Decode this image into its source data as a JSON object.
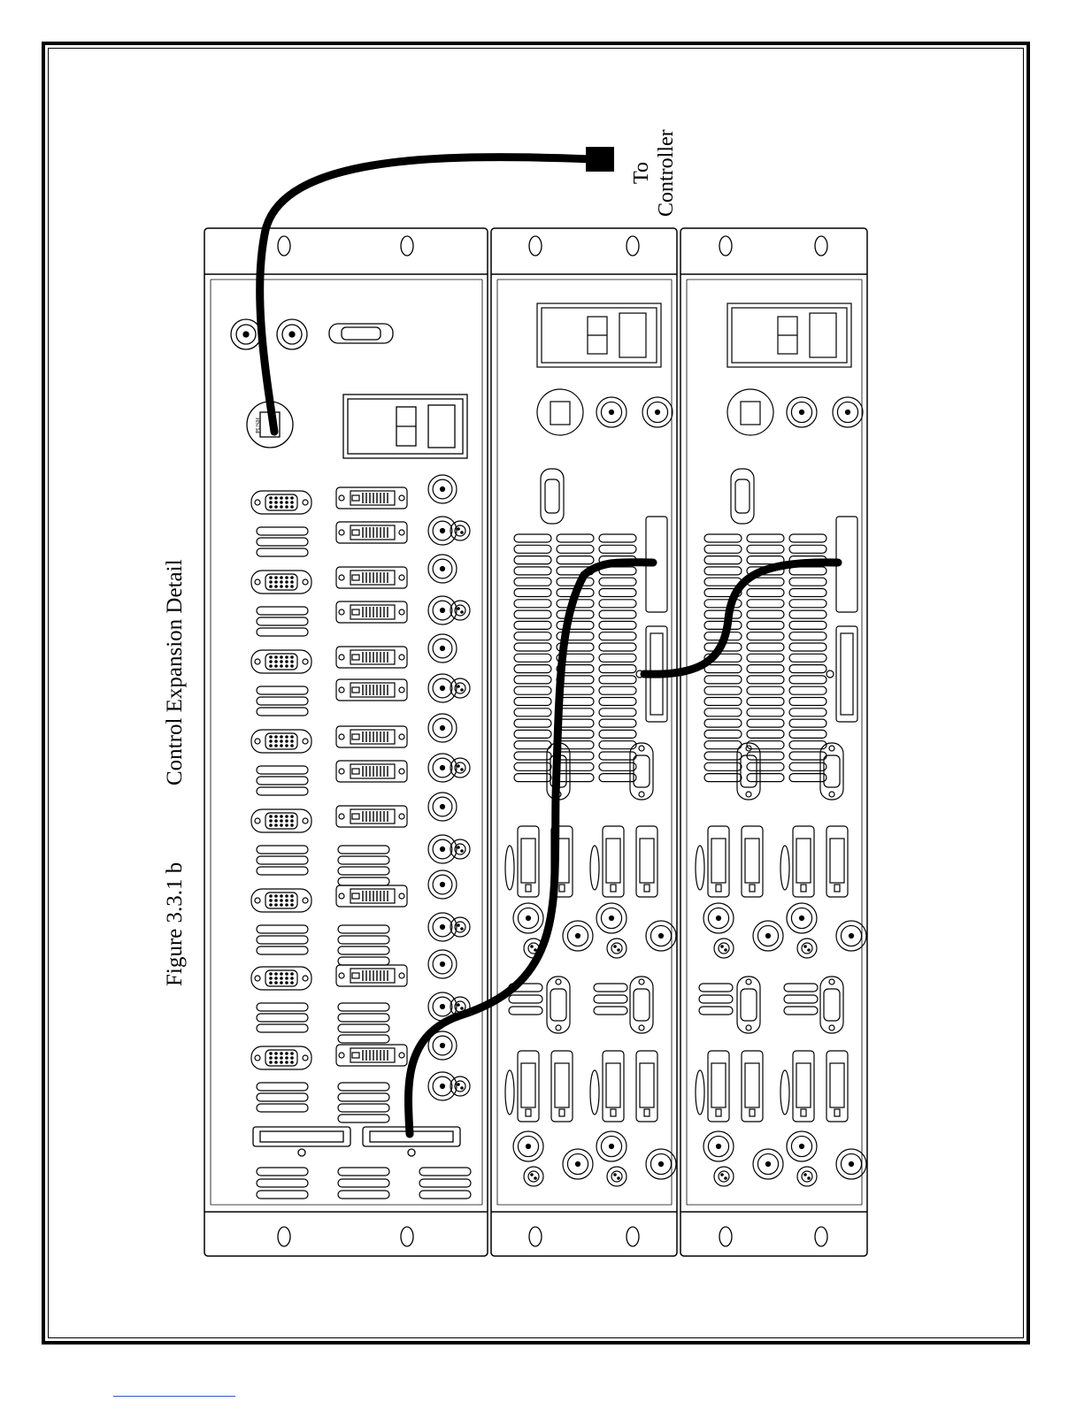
{
  "figure": {
    "number": "Figure 3.3.1 b",
    "title": "Control Expansion Detail"
  },
  "cable_label": {
    "line1": "To",
    "line2": "Controller"
  },
  "labels": {
    "push": "PUSH"
  },
  "colors": {
    "ink": "#000000",
    "paper": "#ffffff",
    "footer_link": "#3a53c9"
  }
}
